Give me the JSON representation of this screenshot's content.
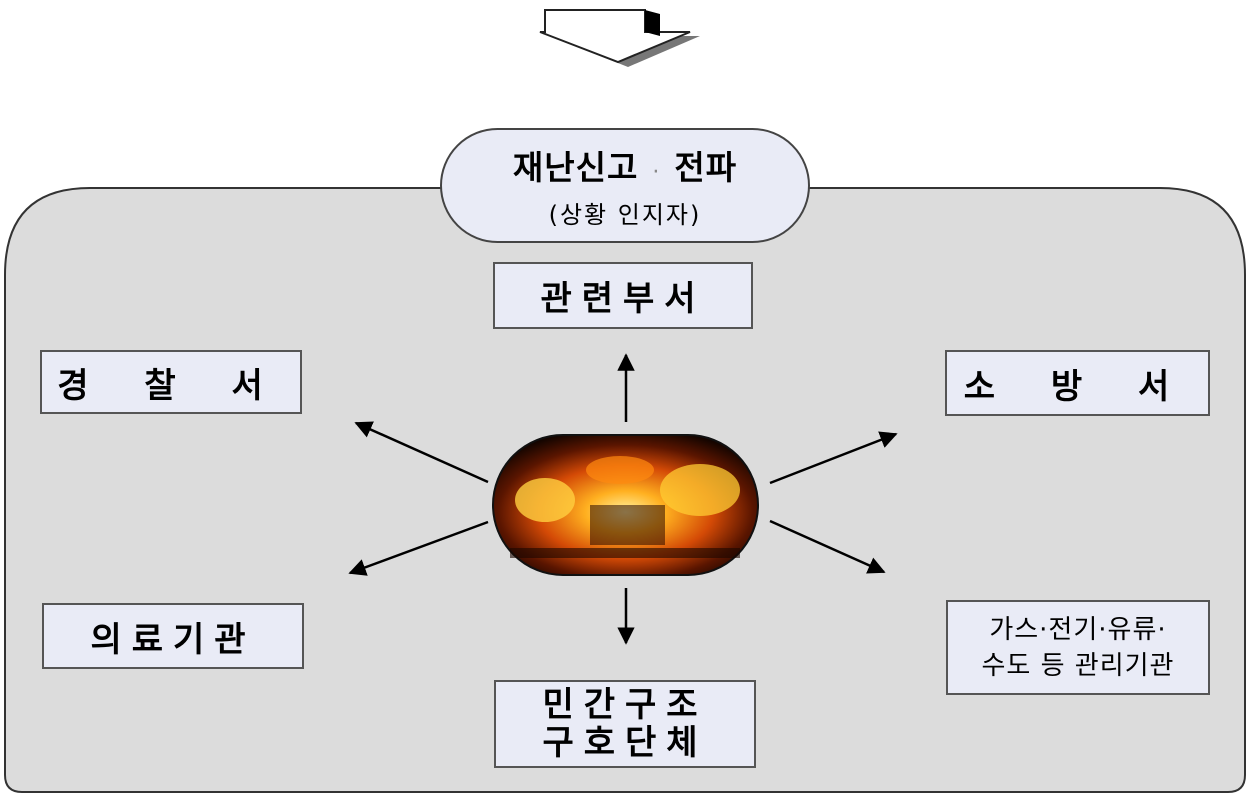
{
  "header_box": {
    "line1_a": "재난신고",
    "separator": "·",
    "line1_b": "전파",
    "line2": "(상황 인지자)"
  },
  "nodes": {
    "related_dept": "관련부서",
    "police": "경 찰 서",
    "fire": "소 방 서",
    "medical": "의료기관",
    "utilities_line1": "가스·전기·유류·",
    "utilities_line2": "수도 등 관리기관",
    "rescue_line1": "민간구조",
    "rescue_line2": "구호단체"
  },
  "colors": {
    "panel_fill": "#dcdcdc",
    "box_fill": "#e9ebf6",
    "fire_core": "#ffb020"
  }
}
